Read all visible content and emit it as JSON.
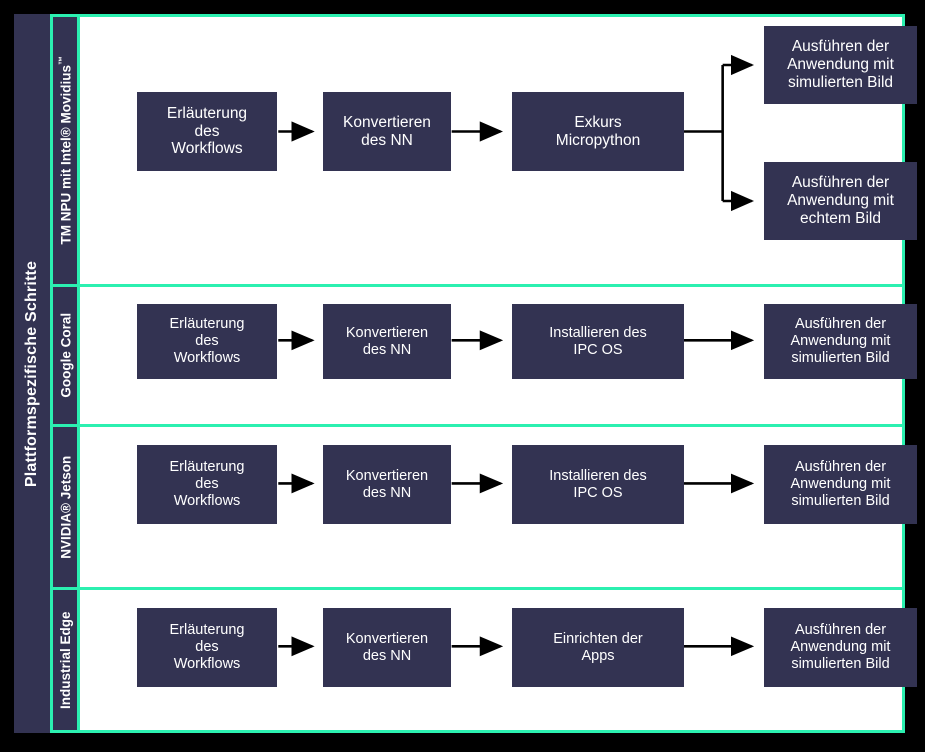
{
  "group": {
    "label": "Plattformspezifische Schritte"
  },
  "colors": {
    "frame_teal": "#2bf0b0",
    "node_fill": "#333352",
    "node_text": "#ffffff",
    "page_background": "#000000",
    "canvas": "#ffffff",
    "arrow": "#000000"
  },
  "rows": [
    {
      "label": "TM NPU mit Intel® Movidius™",
      "label_main": "TM NPU mit Intel® Movidius",
      "label_sup": "™",
      "nodes": [
        {
          "id": "n1",
          "text": "Erläuterung\ndes\nWorkflows"
        },
        {
          "id": "n2",
          "text": "Konvertieren\ndes NN"
        },
        {
          "id": "n3",
          "text": "Exkurs\nMicropython"
        },
        {
          "id": "n4",
          "text": "Ausführen der\nAnwendung mit\nsimulierten Bild"
        },
        {
          "id": "n5",
          "text": "Ausführen der\nAnwendung mit\nechtem Bild"
        }
      ]
    },
    {
      "label": "Google Coral",
      "label_main": "Google Coral",
      "label_sup": "",
      "nodes": [
        {
          "id": "n1",
          "text": "Erläuterung\ndes\nWorkflows"
        },
        {
          "id": "n2",
          "text": "Konvertieren\ndes NN"
        },
        {
          "id": "n3",
          "text": "Installieren des\nIPC OS"
        },
        {
          "id": "n4",
          "text": "Ausführen der\nAnwendung mit\nsimulierten Bild"
        }
      ]
    },
    {
      "label": "NVIDIA® Jetson",
      "label_main": "NVIDIA® Jetson",
      "label_sup": "",
      "nodes": [
        {
          "id": "n1",
          "text": "Erläuterung\ndes\nWorkflows"
        },
        {
          "id": "n2",
          "text": "Konvertieren\ndes NN"
        },
        {
          "id": "n3",
          "text": "Installieren des\nIPC OS"
        },
        {
          "id": "n4",
          "text": "Ausführen der\nAnwendung mit\nsimulierten Bild"
        }
      ]
    },
    {
      "label": "Industrial Edge",
      "label_main": "Industrial Edge",
      "label_sup": "",
      "nodes": [
        {
          "id": "n1",
          "text": "Erläuterung\ndes\nWorkflows"
        },
        {
          "id": "n2",
          "text": "Konvertieren\ndes NN"
        },
        {
          "id": "n3",
          "text": "Einrichten der\nApps"
        },
        {
          "id": "n4",
          "text": "Ausführen der\nAnwendung mit\nsimulierten Bild"
        }
      ]
    }
  ]
}
